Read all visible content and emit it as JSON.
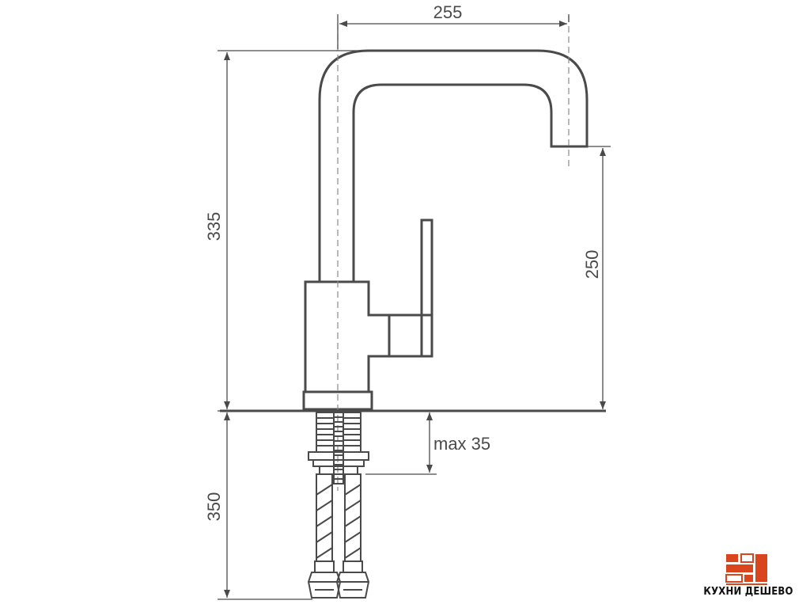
{
  "dimensions": {
    "spout_reach": "255",
    "total_height": "335",
    "spout_height": "250",
    "max_counter_thickness": "max 35",
    "hose_length": "350"
  },
  "brand": {
    "name": "КУХНИ ДЕШЕВО",
    "accent_color": "#d9461e"
  },
  "colors": {
    "line": "#4a4a4a",
    "dash": "#8a8a8a"
  }
}
